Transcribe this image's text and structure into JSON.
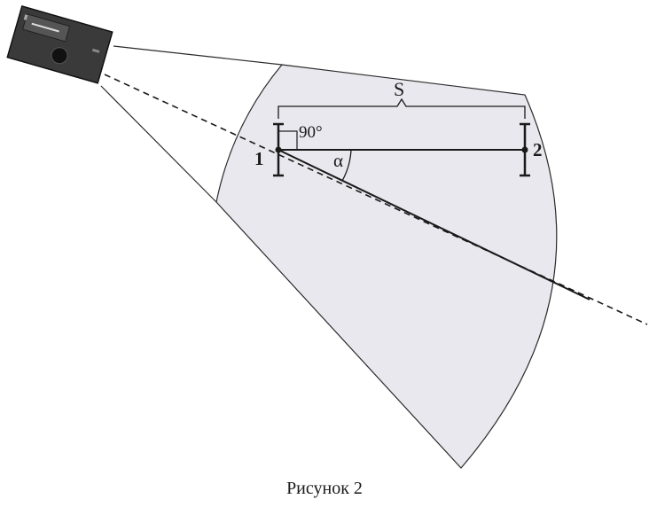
{
  "labels": {
    "distance": "S",
    "right_angle": "90°",
    "angle": "α",
    "point_1": "1",
    "point_2": "2"
  },
  "caption": "Рисунок 2",
  "colors": {
    "zone_fill": "#e8e8ee",
    "line": "#1a1a1a",
    "camera": "#3a3a3a"
  }
}
